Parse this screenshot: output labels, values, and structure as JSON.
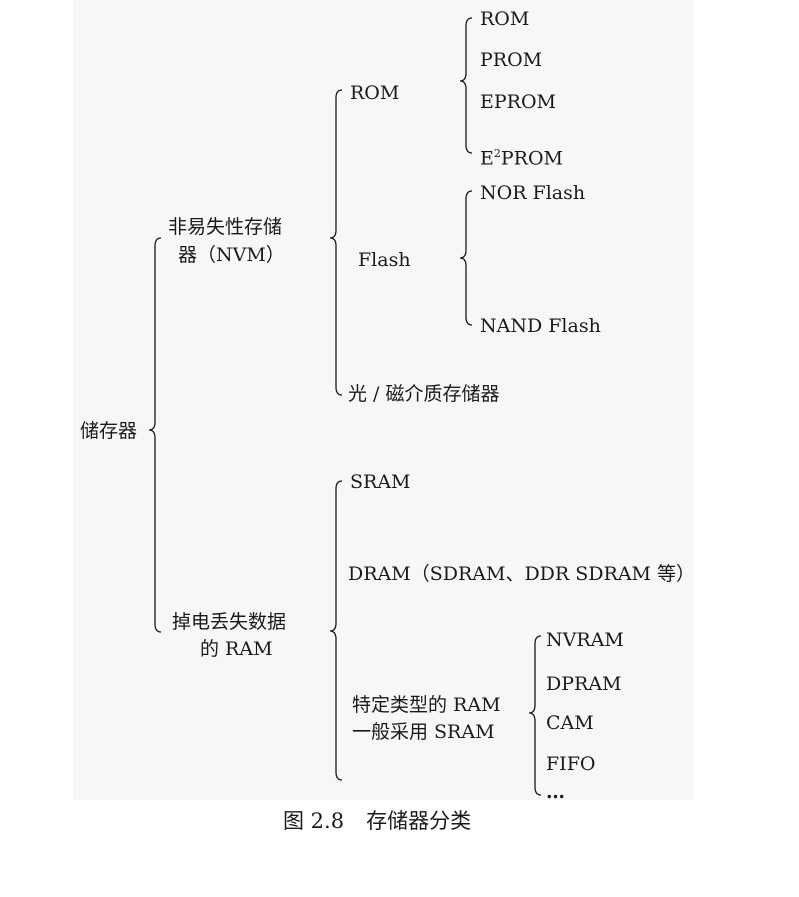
{
  "root": "储存器",
  "nvm": {
    "label_line1": "非易失性存储",
    "label_line2": "器（NVM）",
    "rom": {
      "label": "ROM",
      "items": [
        "ROM",
        "PROM",
        "EPROM"
      ],
      "e2prom_prefix": "E",
      "e2prom_sup": "2",
      "e2prom_suffix": "PROM"
    },
    "flash": {
      "label": "Flash",
      "items": [
        "NOR Flash",
        "NAND  Flash"
      ]
    },
    "optical": "光 / 磁介质存储器"
  },
  "ram": {
    "label_line1": "掉电丢失数据",
    "label_line2": "的 RAM",
    "sram": "SRAM",
    "dram": "DRAM（SDRAM、DDR  SDRAM 等）",
    "special_line1": "特定类型的 RAM",
    "special_line2": "一般采用 SRAM",
    "special_items": [
      "NVRAM",
      "DPRAM",
      "CAM",
      "FIFO",
      "…"
    ]
  },
  "caption": {
    "number": "图 2.8",
    "title": "存储器分类"
  }
}
